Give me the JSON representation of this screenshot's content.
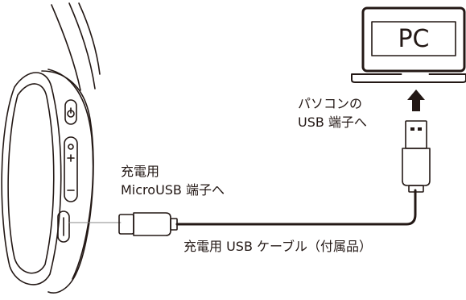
{
  "labels": {
    "micro_usb_port": "充電用\nMicroUSB 端子へ",
    "micro_usb_port_line1": "充電用",
    "micro_usb_port_line2": "MicroUSB 端子へ",
    "pc_usb_port_line1": "パソコンの",
    "pc_usb_port_line2": "USB 端子へ",
    "cable": "充電用 USB ケーブル（付属品）",
    "pc": "PC"
  },
  "headset": {
    "buttons": [
      "power",
      "volume-up",
      "volume-down",
      "micro-usb-port"
    ],
    "volume_up_symbol": "+",
    "volume_down_symbol": "−"
  },
  "colors": {
    "line": "#231815",
    "fill": "#ffffff"
  }
}
